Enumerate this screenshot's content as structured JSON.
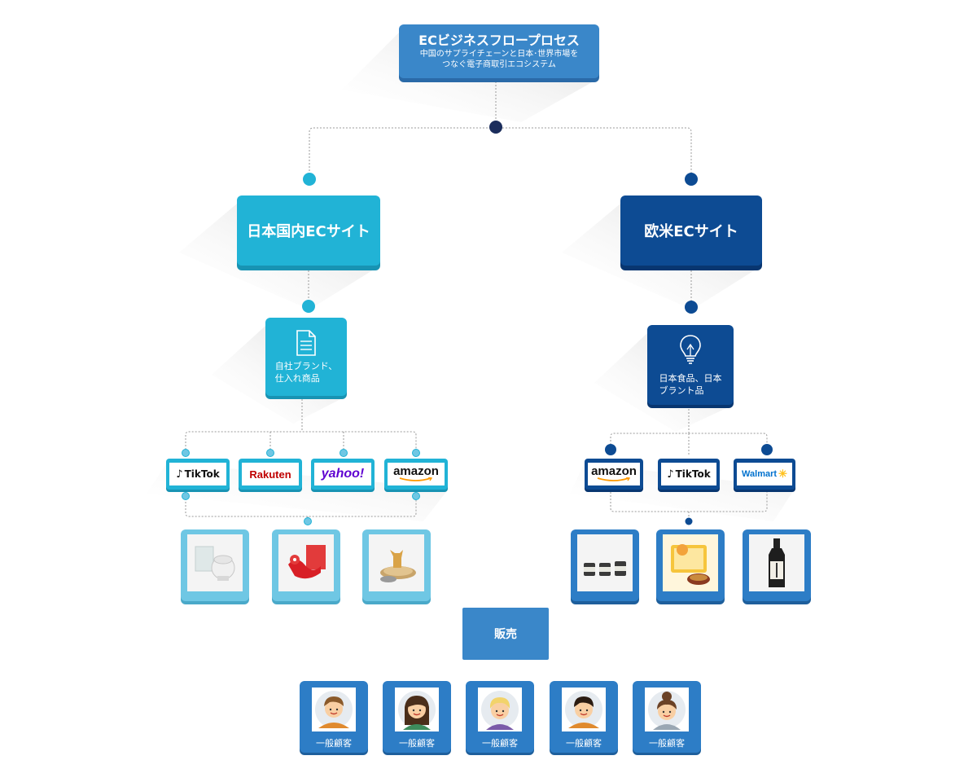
{
  "title": {
    "main": "ECビジネスフロープロセス",
    "sub_line1": "中国のサプライチェーンと日本･世界市場を",
    "sub_line2": "つなぐ電子商取引エコシステム"
  },
  "japan": {
    "label": "日本国内ECサイト",
    "category_line1": "自社ブランド、",
    "category_line2": "仕入れ商品",
    "category_icon": "document-icon",
    "platforms": [
      "TikTok",
      "Rakuten",
      "yahoo!",
      "amazon"
    ],
    "products": [
      "product-appliance-image",
      "product-red-toy-image",
      "product-cat-toy-image"
    ]
  },
  "western": {
    "label": "欧米ECサイト",
    "category_line1": "日本食品、日本",
    "category_line2": "ブラント品",
    "category_icon": "lightbulb-icon",
    "platforms": [
      "amazon",
      "TikTok",
      "Walmart"
    ],
    "products": [
      "product-tea-cans-image",
      "product-noodle-image",
      "product-bottle-image"
    ]
  },
  "sales": {
    "label": "販売"
  },
  "customers": [
    {
      "label": "一般顧客",
      "icon": "man-avatar-icon"
    },
    {
      "label": "一般顧客",
      "icon": "woman-avatar-icon"
    },
    {
      "label": "一般顧客",
      "icon": "blonde-avatar-icon"
    },
    {
      "label": "一般顧客",
      "icon": "man-dark-avatar-icon"
    },
    {
      "label": "一般顧客",
      "icon": "bun-avatar-icon"
    }
  ],
  "colors": {
    "japan": "#21b3d6",
    "western": "#0d4b93",
    "title": "#3a87c9",
    "connector_dark": "#1b2d5c"
  }
}
